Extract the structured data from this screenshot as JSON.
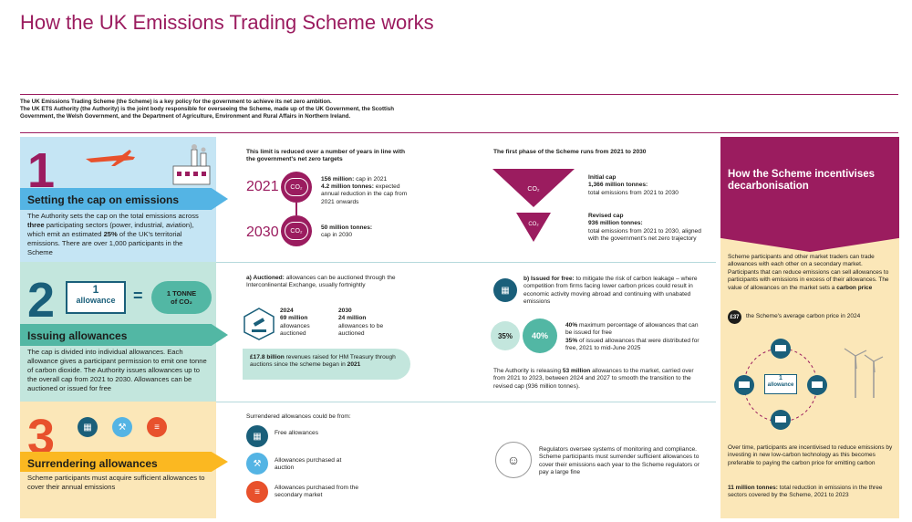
{
  "title": "How the UK Emissions Trading Scheme works",
  "intro": {
    "p1": "The UK Emissions Trading Scheme (the Scheme) is a key policy for the government to achieve its net zero ambition.",
    "p2": "The UK ETS Authority (the Authority) is the joint body responsible for overseeing the Scheme, made up of the UK Government, the Scottish Government, the Welsh Government, and the Department of Agriculture, Environment and Rural Affairs in Northern Ireland."
  },
  "step1": {
    "number": "1",
    "heading": "Setting the cap on emissions",
    "body_a": "The Authority sets the cap on the total emissions across ",
    "body_bold": "three",
    "body_b": " participating sectors (power, industrial, aviation), which emit an estimated ",
    "body_pct": "25%",
    "body_c": " of the UK's territorial emissions. There are over 1,000 participants in the Scheme",
    "limit_head": "This limit is reduced over a number of years in line with the government's net zero targets",
    "year_2021": "2021",
    "year_2030": "2030",
    "co2": "CO₂",
    "cap2021_bold": "156 million:",
    "cap2021_text": " cap in 2021",
    "reduction_bold": "4.2 million tonnes:",
    "reduction_text": " expected annual reduction in the cap from 2021 onwards",
    "cap2030_bold": "50 million tonnes:",
    "cap2030_text": "cap in 2030",
    "phase_head": "The first phase of the Scheme runs from 2021 to 2030",
    "initial_label": "Initial cap",
    "initial_bold": "1,366 million tonnes:",
    "initial_text": "total emissions from 2021 to 2030",
    "revised_label": "Revised cap",
    "revised_bold": "936 million tonnes:",
    "revised_text": "total emissions from 2021 to 2030, aligned with the government's net zero trajectory"
  },
  "step2": {
    "number": "2",
    "heading": "Issuing allowances",
    "body": "The cap is divided into individual allowances. Each allowance gives a participant permission to emit one tonne of carbon dioxide. The Authority issues allowances up to the overall cap from 2021 to 2030. Allowances can be auctioned or issued for free",
    "allowance_num": "1",
    "allowance_word": "allowance",
    "equals": "=",
    "tonne_label": "1 TONNE of CO₂",
    "auction_bold": "a) Auctioned:",
    "auction_text": " allowances can be auctioned through the Interconlinental Exchange, usually fortnightly",
    "auction_2024_year": "2024",
    "auction_2024_bold": "69 million",
    "auction_2024_text": "allowances auctioned",
    "auction_2030_year": "2030",
    "auction_2030_bold": "24 million",
    "auction_2030_text": "allowances to be auctioned",
    "revenue_bold": "£17.8 billion",
    "revenue_text": " revenues raised for HM Treasury through auctions since the scheme began in ",
    "revenue_year": "2021",
    "free_bold": "b) Issued for free:",
    "free_text": " to mitigate the risk of carbon leakage – where competition from firms facing lower carbon prices could result in economic activity moving abroad and continuing with unabated emissions",
    "pct_35": "35%",
    "pct_40": "40%",
    "pct40_bold": "40%",
    "pct40_text": " maximum percentage of allowances that can be issued for free",
    "pct35_bold": "35%",
    "pct35_text": " of issued allowances that were distributed for free, 2021 to mid-June 2025",
    "release_a": "The Authority is releasing ",
    "release_bold": "53 million",
    "release_b": " allowances to the market, carried over from 2021 to 2023, between 2024 and 2027 to smooth the transition to the revised cap (936 million tonnes)."
  },
  "step3": {
    "number": "3",
    "heading": "Surrendering allowances",
    "body": "Scheme participants must acquire sufficient allowances to cover their annual emissions",
    "could_be_from": "Surrendered allowances could be from:",
    "free_label": "Free allowances",
    "auction_label": "Allowances purchased at auction",
    "secondary_label": "Allowances purchased from the secondary market",
    "regulators_text": "Regulators oversee systems of monitoring and compliance. Scheme participants must surrender sufficient allowances to cover their emissions each year to the Scheme regulators or pay a large fine"
  },
  "side": {
    "title": "How the Scheme incentivises decarbonisation",
    "text1_a": "Scheme participants and other market traders can trade allowances with each other on a secondary market. Participants that can reduce emissions can sell allowances to participants with emissions in excess of their allowances. The value of allowances on the market sets a ",
    "text1_bold": "carbon price",
    "price_badge": "£37",
    "price_text": "the Scheme's average carbon price in 2024",
    "allowance_num": "1",
    "allowance_word": "allowance",
    "text2": "Over time, participants are incentivised to reduce emissions by investing in new low-carbon technology as this becomes preferable to paying the carbon price for emitting carbon",
    "reduction_bold": "11 million tonnes:",
    "reduction_text": " total reduction in emissions in the three sectors covered by the Scheme, 2021 to 2023"
  },
  "colors": {
    "brand": "#9b1c5f",
    "step1": "#54b4e4",
    "step2": "#52b7a4",
    "step3": "#fbb821",
    "navy": "#1a5f7a"
  }
}
